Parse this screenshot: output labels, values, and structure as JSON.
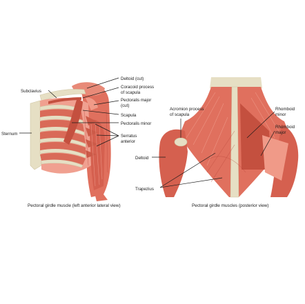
{
  "labels": {
    "subclavius": "Subclavius",
    "sternum": "Sternum",
    "deltoid_cut": "Deltoid (cut)",
    "coracoid_1": "Coracoid process",
    "coracoid_2": "of scapula",
    "pec_major_1": "Pectoralis major",
    "pec_major_2": "(cut)",
    "scapula": "Scapula",
    "pec_minor": "Pectoralis minor",
    "serratus_1": "Serratus",
    "serratus_2": "anterior",
    "acromion_1": "Acromion process",
    "acromion_2": "of scapula",
    "rhomboid_minor_1": "Rhomboid",
    "rhomboid_minor_2": "minor",
    "rhomboid_major_1": "Rhomboid",
    "rhomboid_major_2": "major",
    "deltoid": "Deltoid",
    "trapezius": "Trapezius"
  },
  "captions": {
    "left": "Pectoral girdle muscle (left anterior lateral view)",
    "right": "Pectoral girdle muscles (posterior view)"
  },
  "colors": {
    "muscle": "#e0705e",
    "muscle_dark": "#c4503f",
    "muscle_light": "#f09a88",
    "bone": "#e6dfc4",
    "bone_shadow": "#cfc5a3",
    "skin": "#f3c6b8"
  }
}
